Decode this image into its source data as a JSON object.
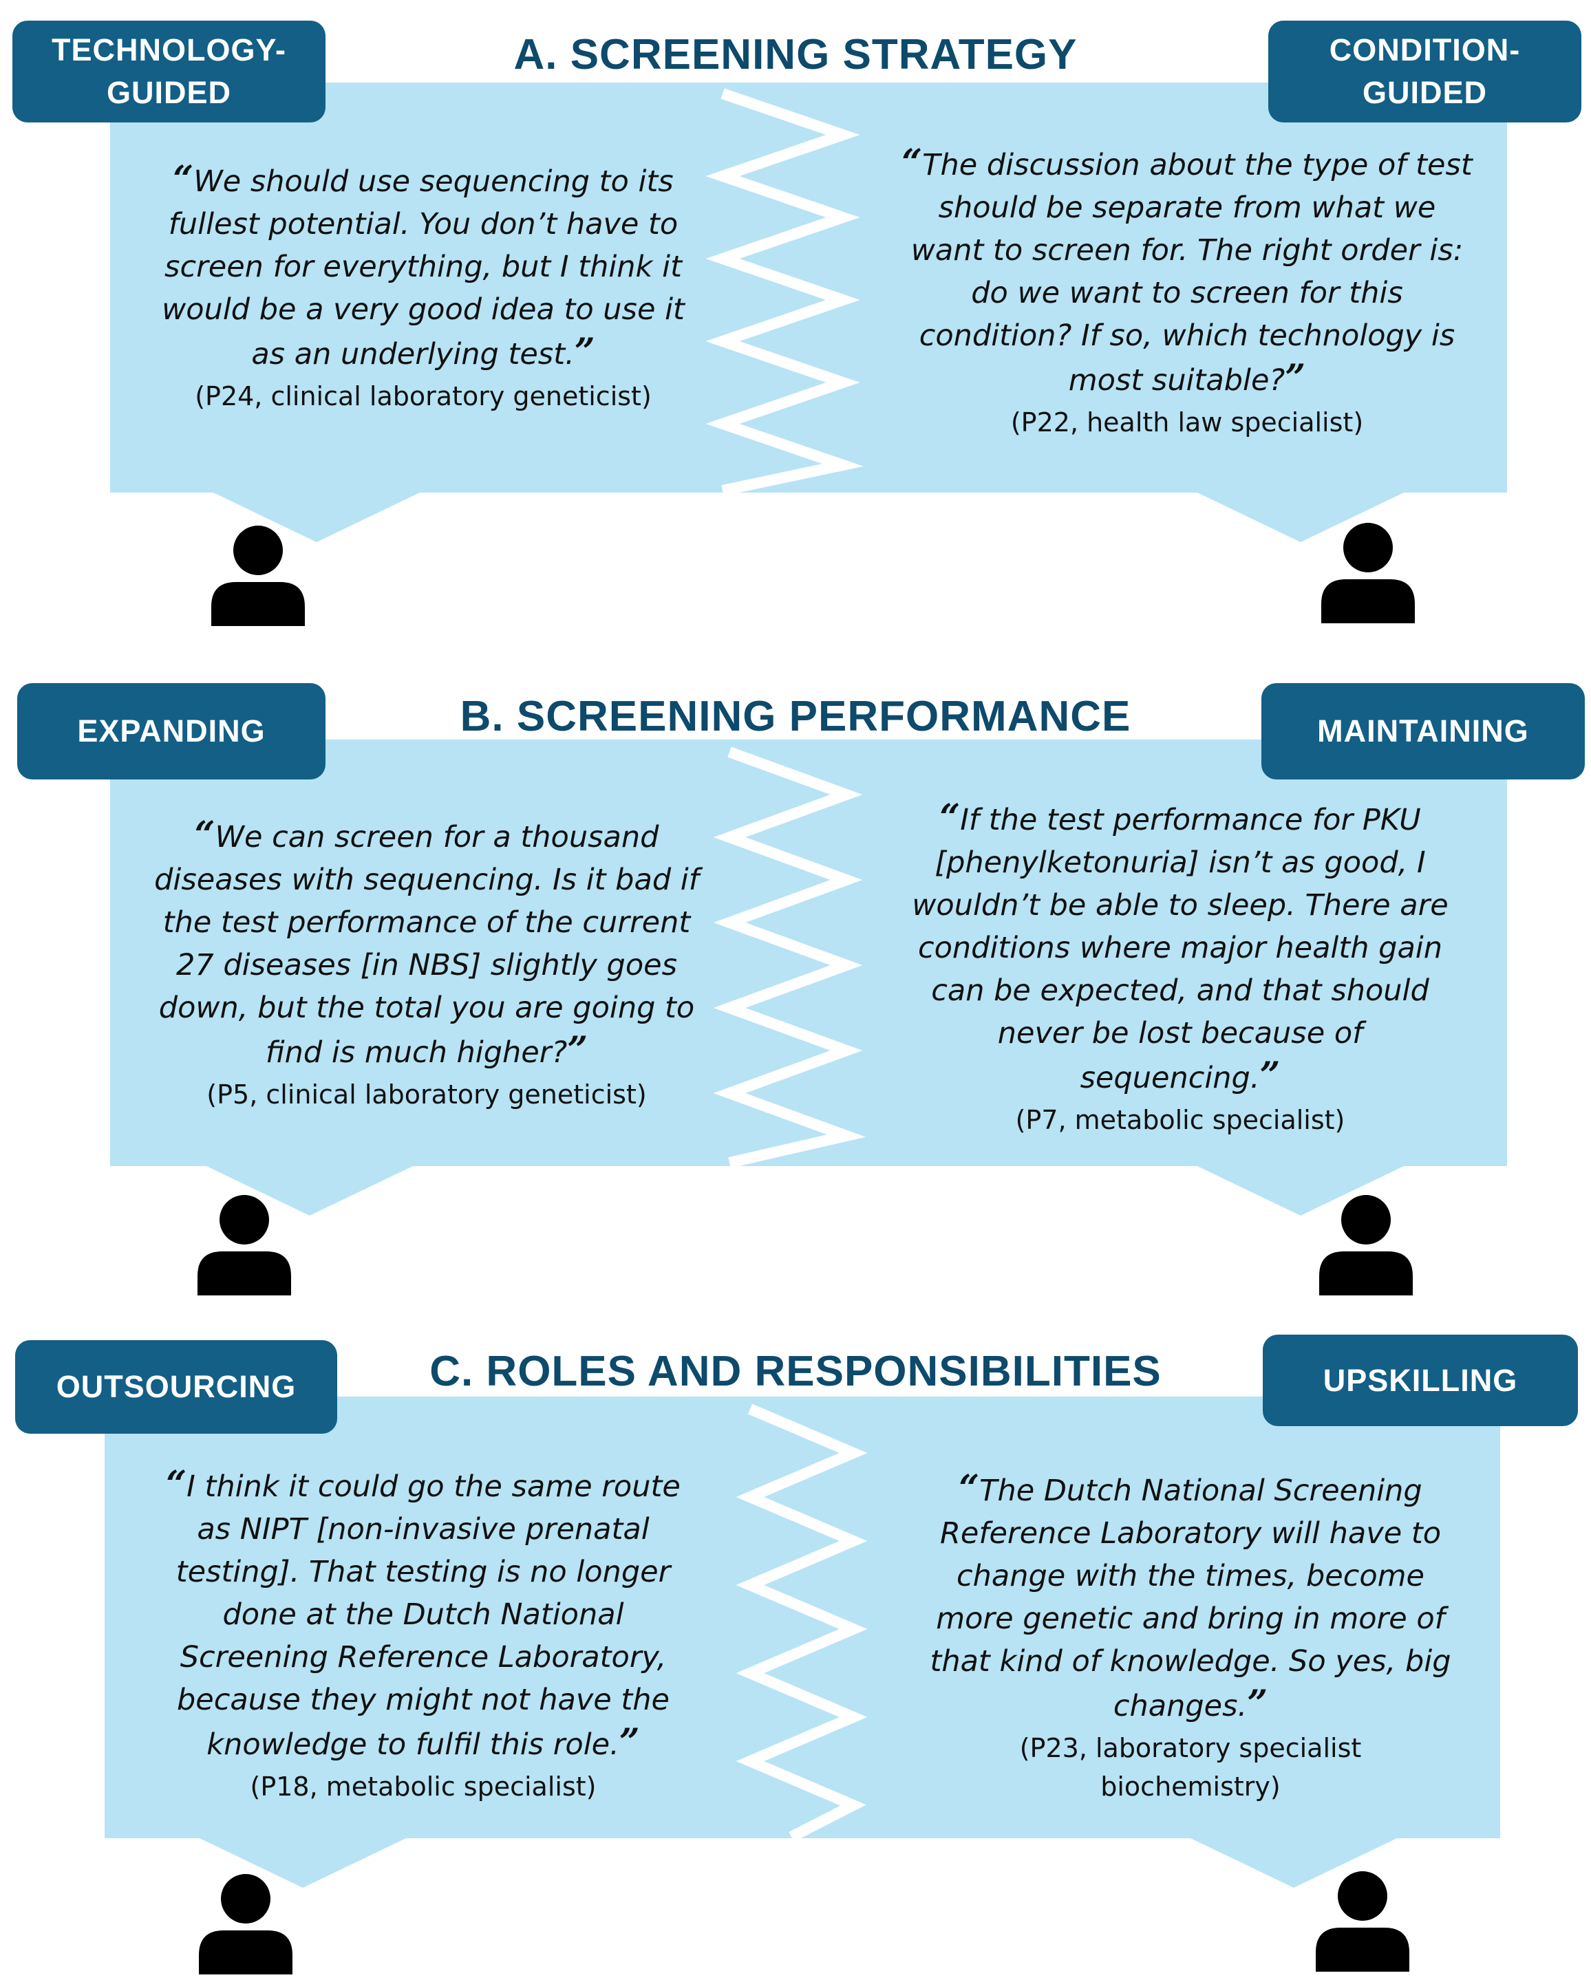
{
  "sections": [
    {
      "title": "A. SCREENING STRATEGY",
      "left_label": "TECHNOLOGY-\nGUIDED",
      "right_label": "CONDITION-\nGUIDED",
      "left_quote": {
        "text": "We should use sequencing to its fullest potential. You don’t have to screen for everything, but I think it would be a very good idea to use it as an underlying test.",
        "attribution": "(P24, clinical laboratory geneticist)"
      },
      "right_quote": {
        "text": "The discussion about the type of test should be separate from what we want to screen for. The right order is: do we want to screen for this condition? If so, which technology is most suitable?",
        "attribution": "(P22, health law specialist)"
      }
    },
    {
      "title": "B. SCREENING PERFORMANCE",
      "left_label": "EXPANDING",
      "right_label": "MAINTAINING",
      "left_quote": {
        "text": "We can screen for a thousand diseases with sequencing. Is it bad if the test performance of the current 27 diseases [in NBS] slightly goes down, but the total you are going to find is much higher?",
        "attribution": "(P5, clinical laboratory geneticist)"
      },
      "right_quote": {
        "text": "If the test performance for PKU [phenylketonuria] isn’t as good, I wouldn’t be able to sleep. There are conditions where major health gain can be expected, and that should never be lost because of sequencing.",
        "attribution": "(P7, metabolic specialist)"
      }
    },
    {
      "title": "C. ROLES AND RESPONSIBILITIES",
      "left_label": "OUTSOURCING",
      "right_label": "UPSKILLING",
      "left_quote": {
        "text": "I think it could go the same route as NIPT [non-invasive prenatal testing]. That testing is no longer done at the Dutch National Screening Reference Laboratory, because they might not have the knowledge to fulfil this role.",
        "attribution": "(P18, metabolic specialist)"
      },
      "right_quote": {
        "text": "The Dutch National Screening Reference Laboratory will have to change with the times, become more genetic and bring in more of that kind of knowledge. So yes, big changes.",
        "attribution": "(P23, laboratory specialist biochemistry)"
      }
    }
  ],
  "quote_marks": {
    "open": "“",
    "close": "”"
  },
  "colors": {
    "panel": "#b7e3f4",
    "label": "#135f86",
    "title": "#0d4a6b",
    "person": "#000000",
    "zigzag": "#ffffff"
  },
  "icons": [
    "person-icon",
    "zigzag-divider"
  ]
}
